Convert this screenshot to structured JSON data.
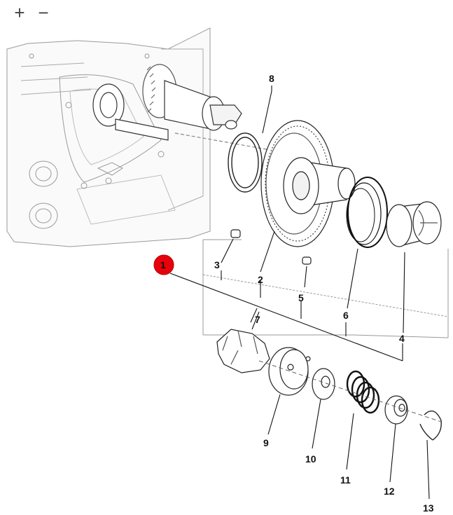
{
  "toolbar": {
    "zoom_in_label": "+",
    "zoom_out_label": "−"
  },
  "badge": {
    "label": "1",
    "color": "#e8000b"
  },
  "callouts": [
    "8",
    "3",
    "2",
    "5",
    "7",
    "6",
    "4",
    "9",
    "10",
    "11",
    "12",
    "13"
  ]
}
